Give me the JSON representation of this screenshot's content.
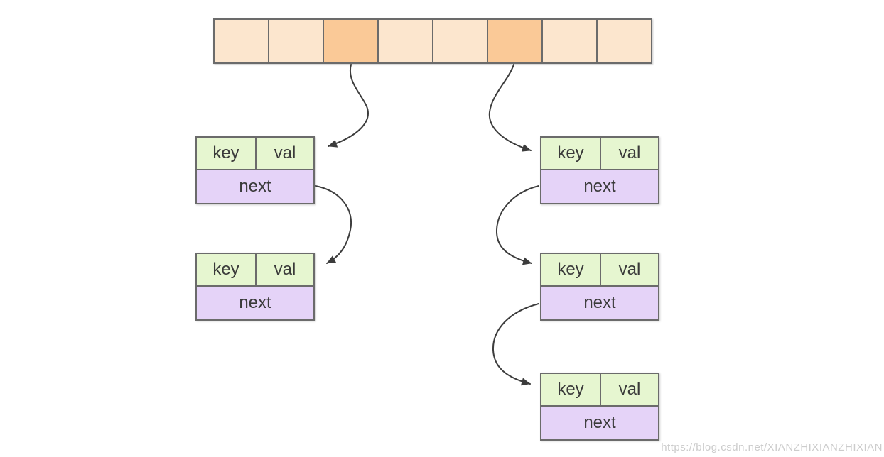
{
  "diagram": {
    "type": "hash-table-separate-chaining",
    "array": {
      "cell_count": 8,
      "highlighted_indices": [
        2,
        5
      ]
    },
    "node_labels": {
      "key": "key",
      "val": "val",
      "next": "next"
    },
    "chains": [
      {
        "bucket_index": 2,
        "node_count": 2
      },
      {
        "bucket_index": 5,
        "node_count": 3
      }
    ]
  },
  "colors": {
    "bucket_fill": "#fce6ce",
    "bucket_fill_highlight": "#fac997",
    "keyval_fill": "#e6f6d0",
    "next_fill": "#e5d3f8",
    "border": "#6b6b6b",
    "arrow": "#3c3c3c",
    "label_text": "#3a3a3a",
    "watermark_text": "#cccccc"
  },
  "watermark": {
    "text": "https://blog.csdn.net/XIANZHIXIANZHIXIAN"
  }
}
